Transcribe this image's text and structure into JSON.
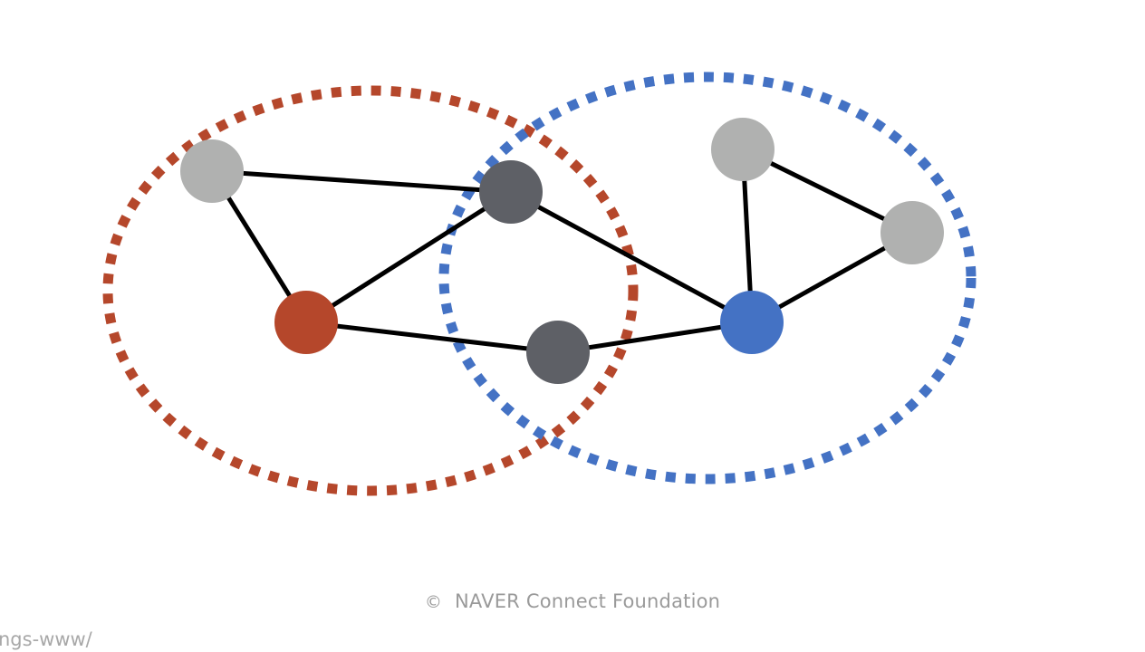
{
  "diagram": {
    "colors": {
      "red": "#b5472b",
      "blue": "#4472c4",
      "light_gray": "#b0b1b0",
      "dark_gray": "#5e6066",
      "edge": "#000000"
    },
    "nodes": [
      {
        "id": "n1",
        "color": "light_gray"
      },
      {
        "id": "n2",
        "color": "red"
      },
      {
        "id": "n3",
        "color": "dark_gray"
      },
      {
        "id": "n4",
        "color": "dark_gray"
      },
      {
        "id": "n5",
        "color": "blue"
      },
      {
        "id": "n6",
        "color": "light_gray"
      },
      {
        "id": "n7",
        "color": "light_gray"
      }
    ],
    "edges": [
      [
        "n1",
        "n3"
      ],
      [
        "n1",
        "n2"
      ],
      [
        "n2",
        "n3"
      ],
      [
        "n2",
        "n4"
      ],
      [
        "n3",
        "n5"
      ],
      [
        "n4",
        "n5"
      ],
      [
        "n5",
        "n6"
      ],
      [
        "n5",
        "n7"
      ],
      [
        "n6",
        "n7"
      ]
    ],
    "clusters": [
      {
        "id": "red-cluster",
        "color": "red",
        "style": "dashed"
      },
      {
        "id": "blue-cluster",
        "color": "blue",
        "style": "dashed"
      }
    ]
  },
  "footer": {
    "copyright_symbol": "©",
    "copyright_text": "NAVER Connect Foundation",
    "url_fragment": "ngs-www/"
  }
}
